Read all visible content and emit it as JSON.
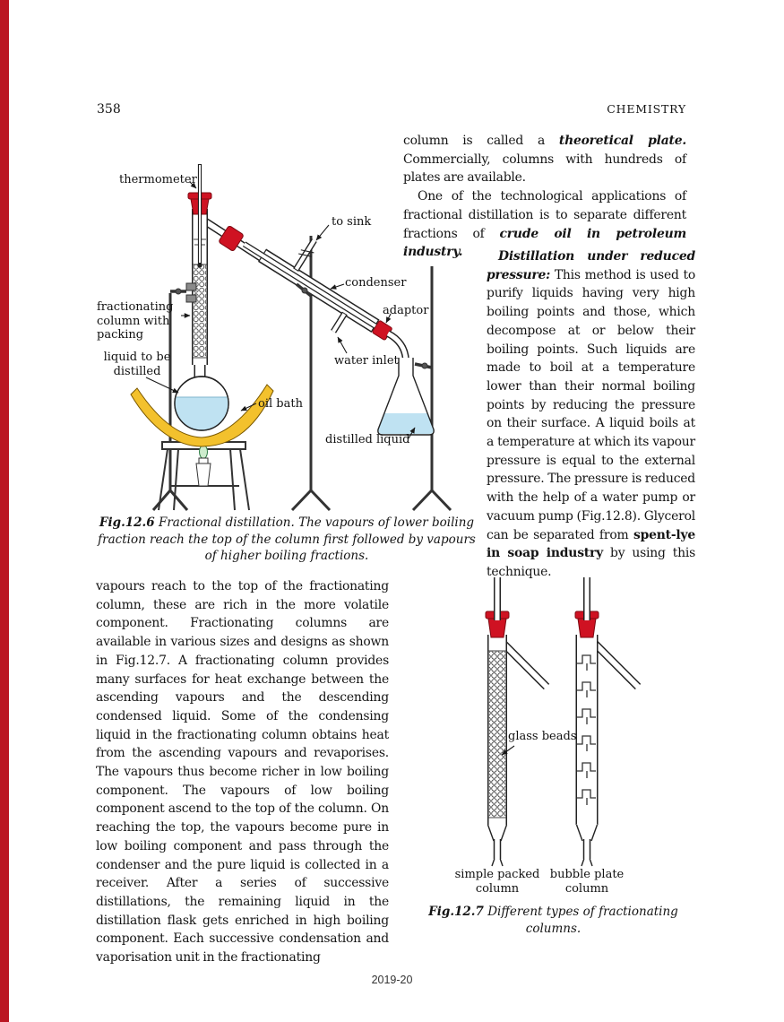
{
  "page": {
    "number": "358",
    "running_head": "CHEMISTRY",
    "footer": "2019-20"
  },
  "intro": {
    "p1_pre": "column is called a ",
    "p1_bold": "theoretical plate.",
    "p1_post": " Commercially, columns with hundreds of plates are available.",
    "p2_pre": "One of the technological applications of fractional distillation is to separate different fractions of ",
    "p2_bold": "crude oil in petroleum industry."
  },
  "reduced_pressure": {
    "lead": "Distillation under reduced pressure:",
    "body1": " This method is used to purify liquids having very high boiling points and those, which decompose at or below their boiling points. Such liquids are made to boil at a temperature lower than their normal boiling points by reducing the pressure on their surface. A liquid boils at a temperature at which its vapour pressure is equal to the external pressure. The pressure is reduced with the help of a water pump or vacuum pump (Fig.12.8). Glycerol can be separated from ",
    "bold": "spent-lye in soap industry",
    "body2": " by using this technique."
  },
  "fig126": {
    "labels": {
      "thermometer": "thermometer",
      "to_sink": "to sink",
      "condenser": "condenser",
      "adaptor": "adaptor",
      "frac_column": "fractionating column with packing",
      "water_inlet": "water inlet",
      "liquid_distilled": "liquid to be distilled",
      "oil_bath": "oil bath",
      "distilled_liquid": "distilled liquid"
    },
    "caption_label": "Fig.12.6",
    "caption_text": "Fractional distillation. The vapours of lower boiling fraction reach the top of the column first followed by vapours of higher boiling fractions."
  },
  "body_left": "vapours reach to the top of the fractionating column, these are rich in the more volatile component. Fractionating columns are available in various sizes and designs as shown in Fig.12.7. A fractionating column provides many surfaces for heat exchange between the ascending vapours and the descending condensed liquid.  Some of the condensing liquid in the fractionating column obtains heat from the ascending vapours and revaporises. The vapours thus become richer in low boiling component.  The vapours of low boiling component ascend to the top of the column. On reaching the top, the vapours become pure in low boiling component and pass through the condenser and the pure liquid is collected in a receiver.  After a series of successive distillations, the remaining liquid in the distillation flask gets enriched in high boiling component. Each successive condensation and vaporisation unit in the fractionating",
  "fig127": {
    "labels": {
      "glass_beads": "glass beads",
      "left_column": "simple packed column",
      "right_column": "bubble plate column"
    },
    "caption_label": "Fig.12.7",
    "caption_text": "Different types of fractionating columns."
  },
  "colors": {
    "edge_bar": "#bb1622",
    "stopper_red": "#cf1222",
    "stopper_dark": "#7c0a12",
    "oil_bath": "#f3c12d",
    "liquid_blue": "#bfe2f2",
    "flame_green": "#cdeccd"
  }
}
